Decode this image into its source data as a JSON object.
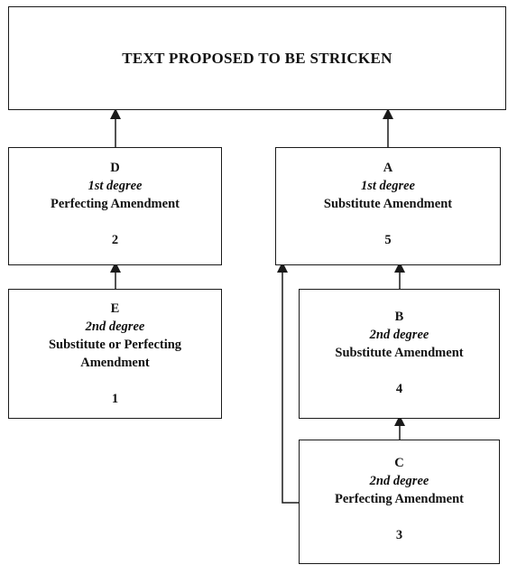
{
  "title_box": {
    "text": "TEXT PROPOSED TO BE STRICKEN"
  },
  "boxes": {
    "d": {
      "letter": "D",
      "degree": "1st degree",
      "label": "Perfecting Amendment",
      "number": "2"
    },
    "e": {
      "letter": "E",
      "degree": "2nd degree",
      "label_line1": "Substitute or Perfecting",
      "label_line2": "Amendment",
      "number": "1"
    },
    "a": {
      "letter": "A",
      "degree": "1st degree",
      "label": "Substitute Amendment",
      "number": "5"
    },
    "b": {
      "letter": "B",
      "degree": "2nd degree",
      "label": "Substitute Amendment",
      "number": "4"
    },
    "c": {
      "letter": "C",
      "degree": "2nd degree",
      "label": "Perfecting Amendment",
      "number": "3"
    }
  },
  "colors": {
    "line": "#1a1a1a",
    "background": "#ffffff"
  }
}
